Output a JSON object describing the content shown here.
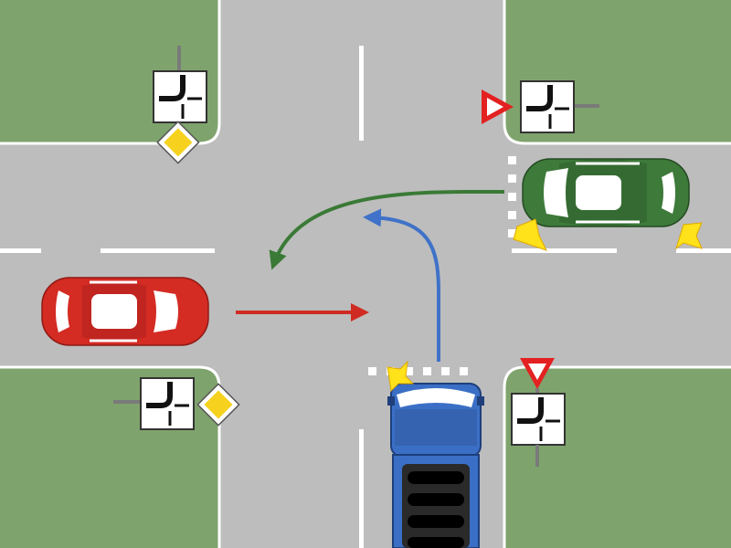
{
  "colors": {
    "grass": "#7fa36c",
    "road": "#bdbdbd",
    "lane_marking": "#ffffff",
    "curb": "#ffffff",
    "red_car": "#d42b23",
    "green_car": "#3e7a3a",
    "blue_truck": "#3b6fc6",
    "red_arrow": "#cf2b22",
    "green_arrow": "#3a7a36",
    "blue_arrow": "#3f72c8",
    "priority_sign": "#f6d21e",
    "yield_border": "#e32121",
    "blinker": "#ffe21a"
  },
  "scene": {
    "vehicles": [
      {
        "id": "red-car",
        "color_key": "red_car",
        "orientation": "facing-east",
        "maneuver": "straight"
      },
      {
        "id": "green-car",
        "color_key": "green_car",
        "orientation": "facing-west",
        "maneuver": "left-turn",
        "blinkers": "left"
      },
      {
        "id": "blue-truck",
        "color_key": "blue_truck",
        "orientation": "facing-north",
        "maneuver": "left-turn",
        "blinkers": "left"
      }
    ],
    "signs": [
      {
        "id": "nw",
        "type": "priority-road",
        "panel": "main-road-bends"
      },
      {
        "id": "sw",
        "type": "priority-road",
        "panel": "main-road-bends"
      },
      {
        "id": "ne",
        "type": "yield",
        "panel": "main-road-bends"
      },
      {
        "id": "se",
        "type": "yield",
        "panel": "main-road-bends"
      }
    ]
  }
}
